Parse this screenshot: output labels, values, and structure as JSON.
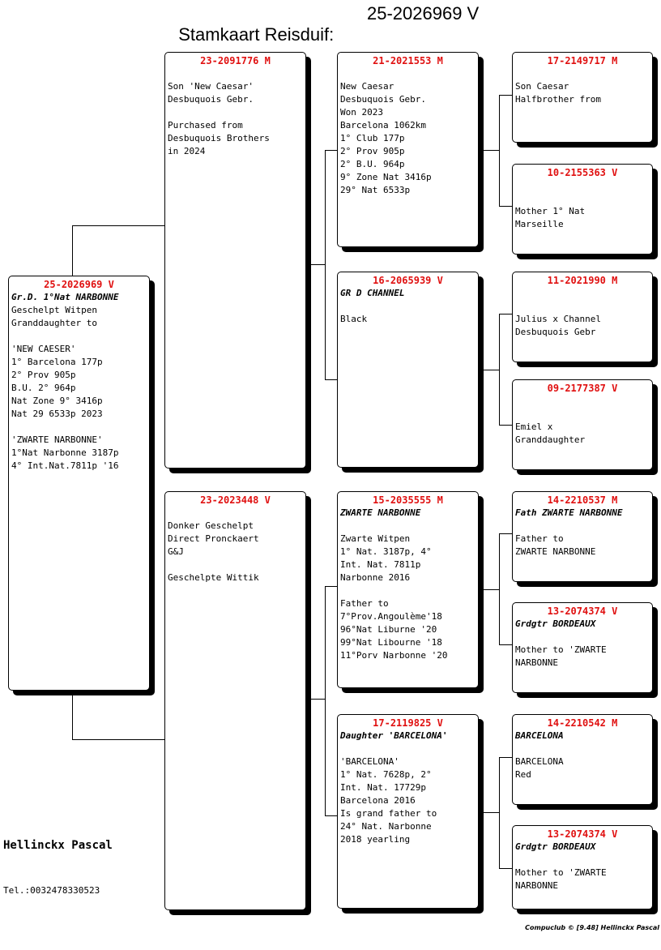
{
  "header": {
    "title": "Stamkaart Reisduif:",
    "ring": "25-2026969 V"
  },
  "subject": {
    "ring": "25-2026969 V",
    "sub": "Gr.D. 1°Nat NARBONNE",
    "body": "Geschelpt Witpen\nGranddaughter to\n\n'NEW CAESER'\n1° Barcelona 177p\n2° Prov 905p\nB.U. 2° 964p\nNat Zone 9° 3416p\nNat 29 6533p 2023\n\n'ZWARTE NARBONNE'\n1°Nat Narbonne 3187p\n4° Int.Nat.7811p '16"
  },
  "father": {
    "ring": "23-2091776 M",
    "sub": "",
    "body": "\nSon 'New Caesar'\nDesbuquois Gebr.\n\nPurchased from\nDesbuquois Brothers\nin 2024"
  },
  "mother": {
    "ring": "23-2023448 V",
    "sub": "",
    "body": "\nDonker Geschelpt\nDirect Pronckaert\nG&J\n\nGeschelpte Wittik"
  },
  "ff": {
    "ring": "21-2021553 M",
    "sub": "",
    "body": "\nNew Caesar\nDesbuquois Gebr.\nWon 2023\nBarcelona 1062km\n1° Club 177p\n2° Prov 905p\n2° B.U. 964p\n9° Zone Nat 3416p\n29° Nat 6533p"
  },
  "fm": {
    "ring": "16-2065939 V",
    "sub": "GR D CHANNEL",
    "body": "\nBlack"
  },
  "mf": {
    "ring": "15-2035555 M",
    "sub": "ZWARTE NARBONNE",
    "body": "\nZwarte Witpen\n1° Nat. 3187p, 4°\nInt. Nat. 7811p\nNarbonne 2016\n\nFather to\n7°Prov.Angoulème'18\n96°Nat Liburne '20\n99°Nat Libourne '18\n11°Porv Narbonne '20"
  },
  "mm": {
    "ring": "17-2119825 V",
    "sub": "Daughter 'BARCELONA'",
    "body": "\n'BARCELONA'\n1° Nat. 7628p, 2°\nInt. Nat. 17729p\nBarcelona 2016\nIs grand father to\n24° Nat. Narbonne\n2018 yearling"
  },
  "fff": {
    "ring": "17-2149717 M",
    "sub": "",
    "body": "\nSon Caesar\nHalfbrother from"
  },
  "ffm": {
    "ring": "10-2155363 V",
    "sub": "",
    "body": "\n\nMother 1° Nat\nMarseille"
  },
  "fmf": {
    "ring": "11-2021990 M",
    "sub": "",
    "body": "\n\nJulius x Channel\nDesbuquois Gebr"
  },
  "fmm": {
    "ring": "09-2177387 V",
    "sub": "",
    "body": "\n\nEmiel x\nGranddaughter"
  },
  "mff": {
    "ring": "14-2210537 M",
    "sub": "Fath ZWARTE NARBONNE",
    "body": "\nFather to\nZWARTE NARBONNE"
  },
  "mfm": {
    "ring": "13-2074374 V",
    "sub": "Grdgtr BORDEAUX",
    "body": "\nMother to 'ZWARTE\nNARBONNE"
  },
  "mmf": {
    "ring": "14-2210542 M",
    "sub": "BARCELONA",
    "body": "\nBARCELONA\nRed"
  },
  "mmm": {
    "ring": "13-2074374 V",
    "sub": "Grdgtr BORDEAUX",
    "body": "\nMother to 'ZWARTE\nNARBONNE"
  },
  "owner": {
    "name": "Hellinckx Pascal",
    "tel": "Tel.:0032478330523"
  },
  "footer": "Compuclub © [9.48]  Hellinckx Pascal",
  "colors": {
    "ring": "#e01010",
    "border": "#000000"
  }
}
